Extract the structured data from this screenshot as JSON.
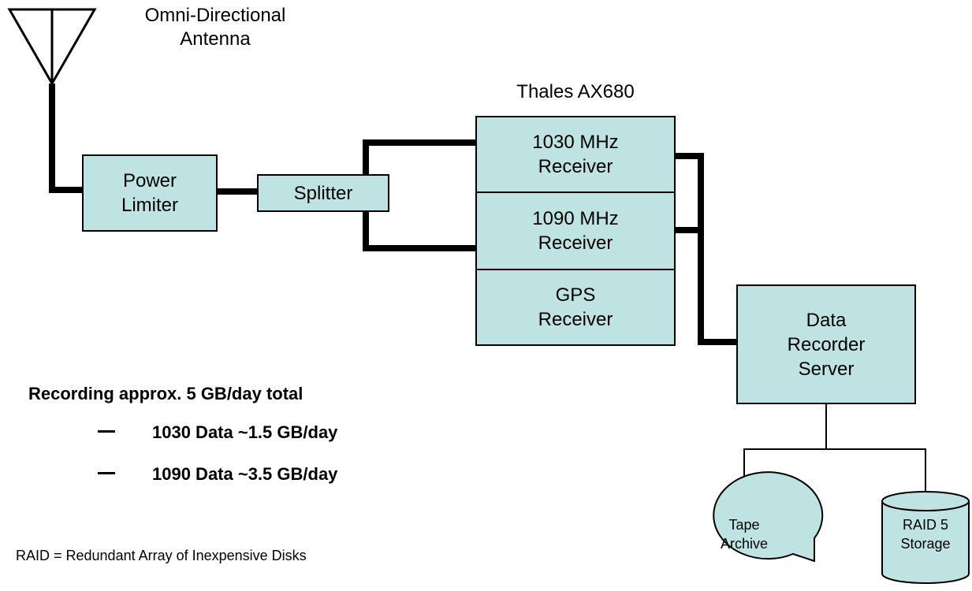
{
  "antenna": {
    "label_line1": "Omni-Directional",
    "label_line2": "Antenna"
  },
  "power_limiter": {
    "line1": "Power",
    "line2": "Limiter"
  },
  "splitter": {
    "label": "Splitter"
  },
  "receiver_unit": {
    "title": "Thales AX680",
    "rx1030": {
      "line1": "1030 MHz",
      "line2": "Receiver"
    },
    "rx1090": {
      "line1": "1090 MHz",
      "line2": "Receiver"
    },
    "gps": {
      "line1": "GPS",
      "line2": "Receiver"
    }
  },
  "data_recorder": {
    "line1": "Data",
    "line2": "Recorder",
    "line3": "Server"
  },
  "tape_archive": {
    "line1": "Tape",
    "line2": "Archive"
  },
  "raid_storage": {
    "line1": "RAID 5",
    "line2": "Storage"
  },
  "notes": {
    "recording_total": "Recording approx. 5 GB/day total",
    "bullet_1030": "1030 Data ~1.5 GB/day",
    "bullet_1090": "1090 Data ~3.5 GB/day",
    "raid_definition": "RAID = Redundant Array of Inexpensive Disks"
  },
  "colors": {
    "box_fill": "#bfe3e3",
    "outline": "#000000"
  }
}
